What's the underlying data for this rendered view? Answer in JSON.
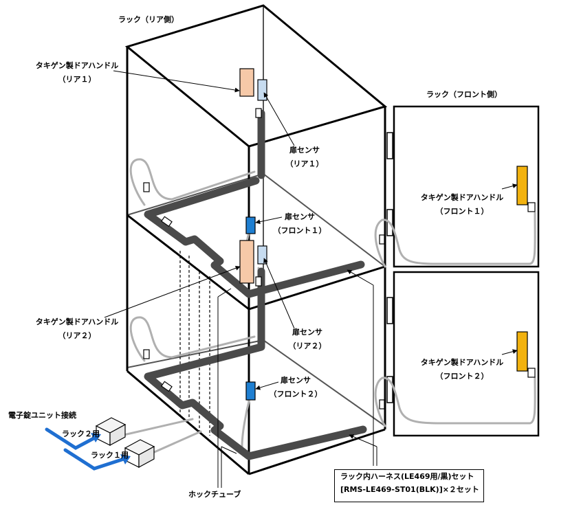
{
  "labels": {
    "rack_rear": "ラック（リア側）",
    "rack_front": "ラック（フロント側）",
    "handle_rear1_line1": "タキゲン製ドアハンドル",
    "handle_rear1_line2": "（リア１）",
    "handle_rear2_line1": "タキゲン製ドアハンドル",
    "handle_rear2_line2": "（リア２）",
    "handle_front1_line1": "タキゲン製ドアハンドル",
    "handle_front1_line2": "（フロント１）",
    "handle_front2_line1": "タキゲン製ドアハンドル",
    "handle_front2_line2": "（フロント２）",
    "sensor_rear1_line1": "扉センサ",
    "sensor_rear1_line2": "（リア１）",
    "sensor_front1_line1": "扉センサ",
    "sensor_front1_line2": "（フロント１）",
    "sensor_rear2_line1": "扉センサ",
    "sensor_rear2_line2": "（リア２）",
    "sensor_front2_line1": "扉センサ",
    "sensor_front2_line2": "（フロント２）",
    "lock_unit": "電子錠ユニット接続",
    "rack2": "ラック２用",
    "rack1": "ラック１用",
    "hock_tube": "ホックチューブ",
    "harness_line1": "ラック内ハーネス(LE469用/黒)セット",
    "harness_line2": "[RMS-LE469-ST01(BLK)]×２セット"
  },
  "colors": {
    "rear_handle": "#f6c9a8",
    "front_handle": "#f2b20f",
    "sensor_rear": "#c7dcf0",
    "sensor_front": "#1f7fd1",
    "tube": "#4a4a4a",
    "cable": "#b0b0b0",
    "arrow": "#1f6fd1"
  }
}
